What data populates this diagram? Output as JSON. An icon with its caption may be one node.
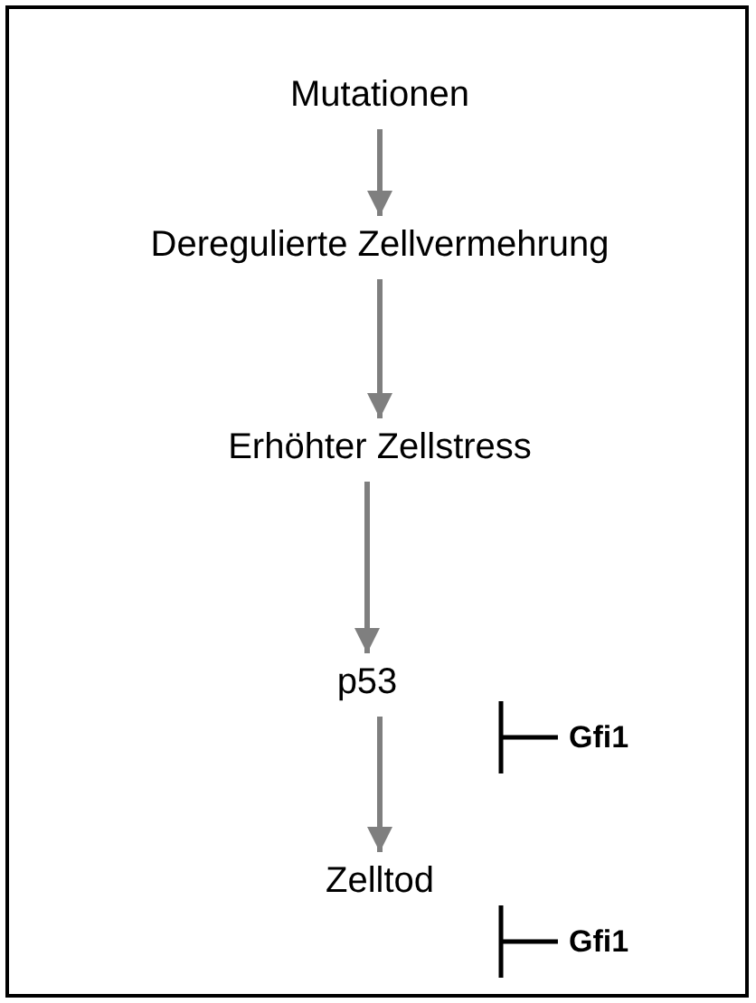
{
  "diagram": {
    "nodes": [
      {
        "text": [
          "Mutationen"
        ]
      },
      {
        "text": [
          "Deregulierte Zellvermehrung"
        ]
      },
      {
        "text": [
          "Erhöhter Zellstress"
        ]
      },
      {
        "text": [
          "p53"
        ]
      },
      {
        "text": [
          "Zelltod"
        ]
      },
      {
        "text": [
          "Gfi1"
        ]
      },
      {
        "text": [
          "Gfi1"
        ]
      }
    ],
    "edges": [
      {
        "from": 0,
        "to": 1,
        "arrow": "to"
      },
      {
        "from": 1,
        "to": 2,
        "arrow": "to"
      },
      {
        "from": 2,
        "to": 3,
        "arrow": "to"
      },
      {
        "from": 3,
        "to": 4,
        "arrow": "to"
      },
      {
        "from": 5,
        "to": null,
        "arrow": "other",
        "color": "#000000"
      },
      {
        "from": 6,
        "to": null,
        "arrow": "other",
        "color": "#000000"
      }
    ]
  }
}
